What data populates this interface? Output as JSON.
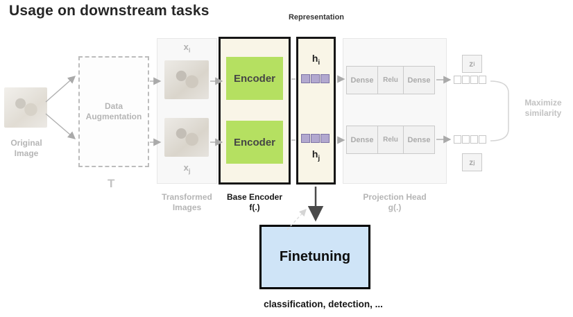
{
  "title": "Usage on downstream tasks",
  "colors": {
    "encoder_green": "#b5e061",
    "panel_cream": "#f9f5e7",
    "finetune_blue": "#cfe4f7",
    "cell_purple": "#b2a8cf",
    "faded_gray": "#b5b5b5",
    "accent_dark": "#161616"
  },
  "header": {
    "representation_label": "Representation"
  },
  "pipeline": {
    "original_image": {
      "line1": "Original",
      "line2": "Image"
    },
    "augmentation": {
      "line1": "Data",
      "line2": "Augmentation",
      "t": "T"
    },
    "transformed": {
      "label_line1": "Transformed",
      "label_line2": "Images",
      "xi": {
        "base": "x",
        "sub": "i"
      },
      "xj": {
        "base": "x",
        "sub": "j"
      }
    },
    "base_encoder": {
      "label_line1": "Base Encoder",
      "label_line2": "f(.)",
      "encoders": [
        "Encoder",
        "Encoder"
      ]
    },
    "representation": {
      "hi": {
        "base": "h",
        "sub": "i"
      },
      "hj": {
        "base": "h",
        "sub": "j"
      }
    },
    "projection": {
      "label_line1": "Projection Head",
      "label_line2": "g(.)",
      "rows": [
        [
          "Dense",
          "Relu",
          "Dense"
        ],
        [
          "Dense",
          "Relu",
          "Dense"
        ]
      ]
    },
    "outputs": {
      "zi": {
        "base": "z",
        "sub": "i"
      },
      "zj": {
        "base": "z",
        "sub": "j"
      }
    },
    "objective": {
      "line1": "Maximize",
      "line2": "similarity"
    }
  },
  "downstream": {
    "finetuning": "Finetuning",
    "caption": "classification, detection, ..."
  }
}
